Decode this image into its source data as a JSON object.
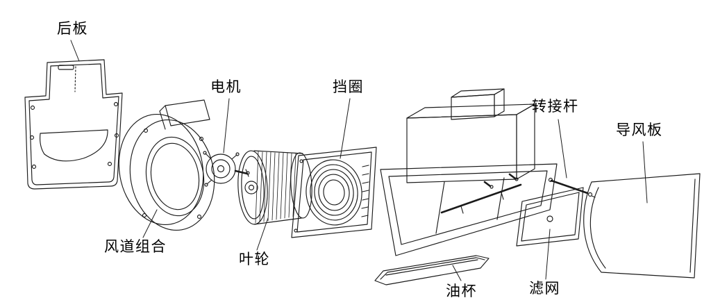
{
  "diagram": {
    "kind": "exploded-view",
    "colors": {
      "line": "#1a1a1a",
      "background": "#ffffff"
    }
  },
  "labels": {
    "back_panel": "后板",
    "duct_assembly": "风道组合",
    "motor": "电机",
    "impeller": "叶轮",
    "retaining_ring": "挡圈",
    "hood_body": "",
    "oil_cup": "油杯",
    "filter": "滤网",
    "adapter_rod": "转接杆",
    "air_guide_plate": "导风板"
  }
}
